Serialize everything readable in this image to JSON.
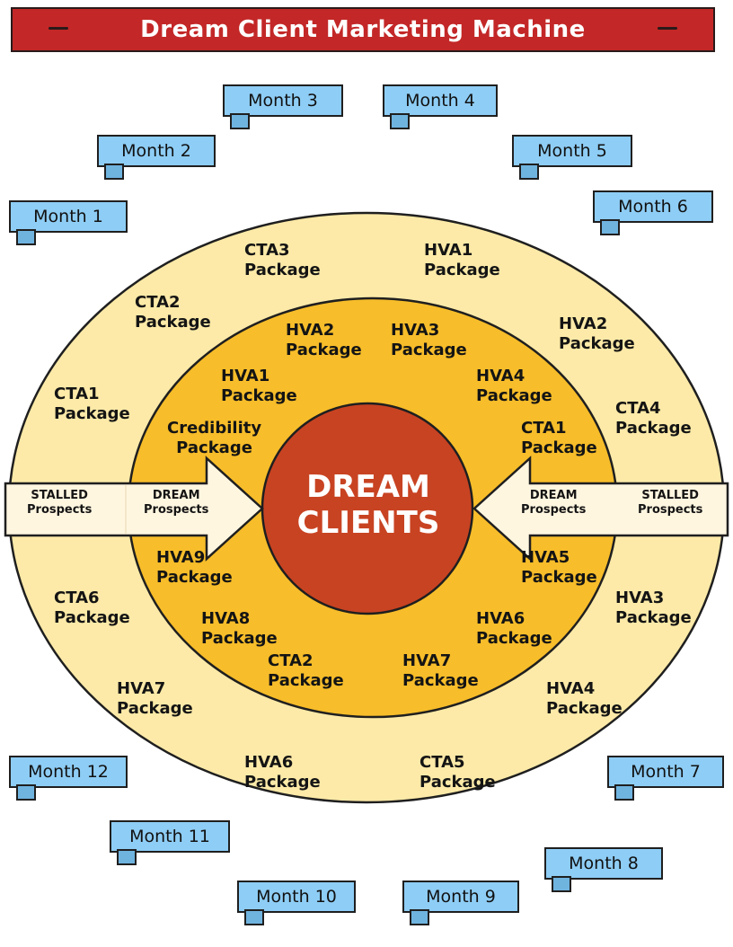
{
  "title": "Dream Client Marketing Machine",
  "center": {
    "line1": "DREAM",
    "line2": "CLIENTS"
  },
  "months": [
    "Month 1",
    "Month 2",
    "Month 3",
    "Month 4",
    "Month 5",
    "Month 6",
    "Month 7",
    "Month 8",
    "Month 9",
    "Month 10",
    "Month 11",
    "Month 12"
  ],
  "outer_ring": [
    [
      "CTA3",
      "Package"
    ],
    [
      "HVA1",
      "Package"
    ],
    [
      "CTA2",
      "Package"
    ],
    [
      "HVA2",
      "Package"
    ],
    [
      "CTA1",
      "Package"
    ],
    [
      "CTA4",
      "Package"
    ],
    [
      "CTA6",
      "Package"
    ],
    [
      "HVA3",
      "Package"
    ],
    [
      "HVA7",
      "Package"
    ],
    [
      "HVA4",
      "Package"
    ],
    [
      "HVA6",
      "Package"
    ],
    [
      "CTA5",
      "Package"
    ]
  ],
  "inner_ring": [
    [
      "HVA2",
      "Package"
    ],
    [
      "HVA3",
      "Package"
    ],
    [
      "HVA1",
      "Package"
    ],
    [
      "HVA4",
      "Package"
    ],
    [
      "Credibility",
      "Package"
    ],
    [
      "CTA1",
      "Package"
    ],
    [
      "HVA9",
      "Package"
    ],
    [
      "HVA5",
      "Package"
    ],
    [
      "HVA8",
      "Package"
    ],
    [
      "HVA6",
      "Package"
    ],
    [
      "CTA2",
      "Package"
    ],
    [
      "HVA7",
      "Package"
    ]
  ],
  "arrows": {
    "left_outer": [
      "STALLED",
      "Prospects"
    ],
    "left_inner": [
      "DREAM",
      "Prospects"
    ],
    "right_inner": [
      "DREAM",
      "Prospects"
    ],
    "right_outer": [
      "STALLED",
      "Prospects"
    ]
  },
  "colors": {
    "title_banner": "#c32727",
    "outer_ring": "#fdeaa8",
    "inner_ring": "#f7bd2a",
    "center_circle": "#c84322",
    "month_ribbon": "#8ecdf5",
    "arrow_fill": "#fff6e0"
  }
}
